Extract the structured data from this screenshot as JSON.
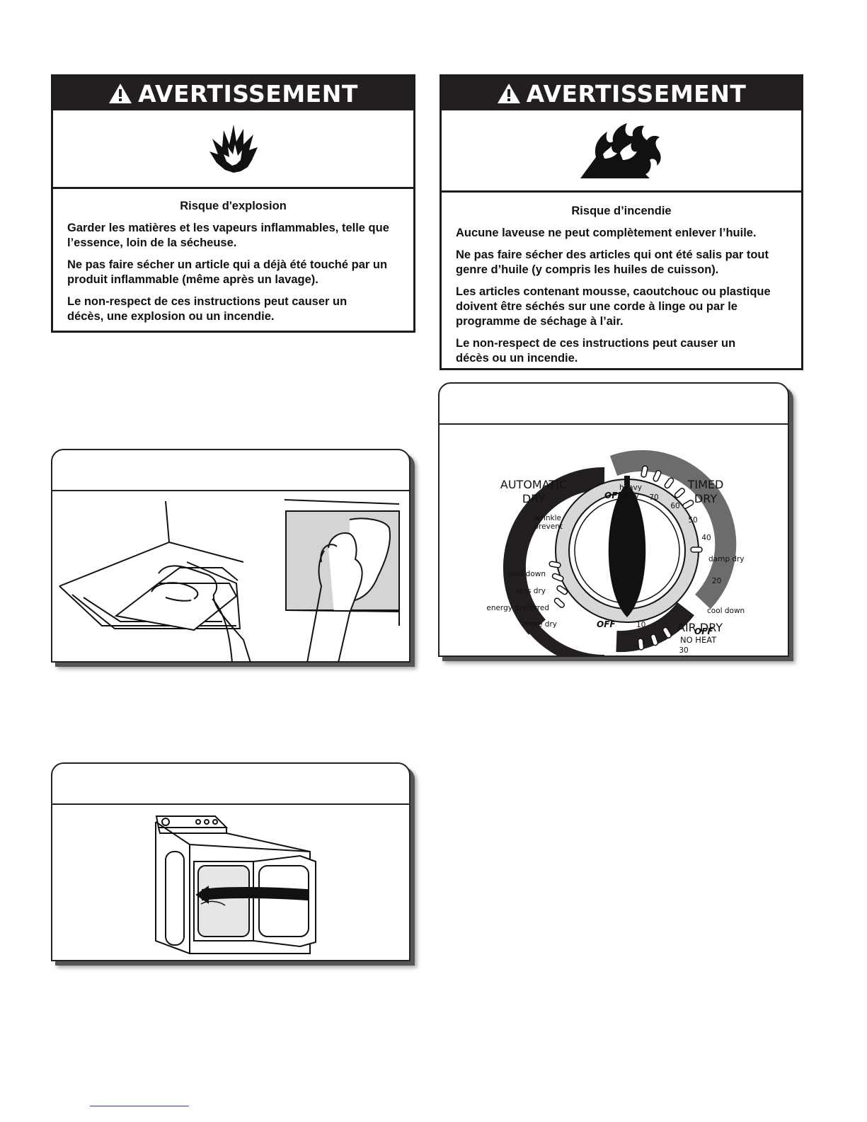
{
  "warning_left": {
    "header": "AVERTISSEMENT",
    "icon": "explosion-icon",
    "subtitle": "Risque d'explosion",
    "paragraphs": [
      "Garder les matières et les vapeurs inflammables, telle que l’essence, loin de la sécheuse.",
      "Ne pas faire sécher un article qui a déjà été touché par un produit inflammable (même après un lavage).",
      "Le non-respect de ces instructions peut causer un décès, une explosion ou un incendie."
    ]
  },
  "warning_right": {
    "header": "AVERTISSEMENT",
    "icon": "fire-icon",
    "subtitle": "Risque d’incendie",
    "paragraphs": [
      "Aucune laveuse ne peut complètement enlever l’huile.",
      "Ne pas faire sécher des articles qui ont été salis par tout genre d’huile (y compris les huiles de cuisson).",
      "Les articles contenant mousse, caoutchouc ou plastique doivent être séchés sur une corde à linge ou par le programme de séchage à l’air.",
      "Le non-respect de ces instructions peut causer un décès ou un incendie."
    ]
  },
  "dial": {
    "automatic_dry_1": "AUTOMATIC",
    "automatic_dry_2": "DRY",
    "timed_dry_1": "TIMED",
    "timed_dry_2": "DRY",
    "air_dry": "AIR DRY",
    "no_heat": "NO HEAT",
    "off_top": "OFF",
    "off_right": "OFF",
    "off_bottom": "OFF",
    "heavy": "heavy",
    "duty": "duty",
    "wrinkle": "wrinkle",
    "prevent": "prevent",
    "cool_down_left": "cool down",
    "less_dry": "less dry",
    "energy_preferred": "energy preferred",
    "more_dry": "more dry",
    "t70": "70",
    "t60": "60",
    "t50": "50",
    "t40": "40",
    "damp_dry": "damp dry",
    "t20": "20",
    "cool_down_right": "cool down",
    "a30": "30",
    "a20": "20",
    "a10": "10"
  }
}
